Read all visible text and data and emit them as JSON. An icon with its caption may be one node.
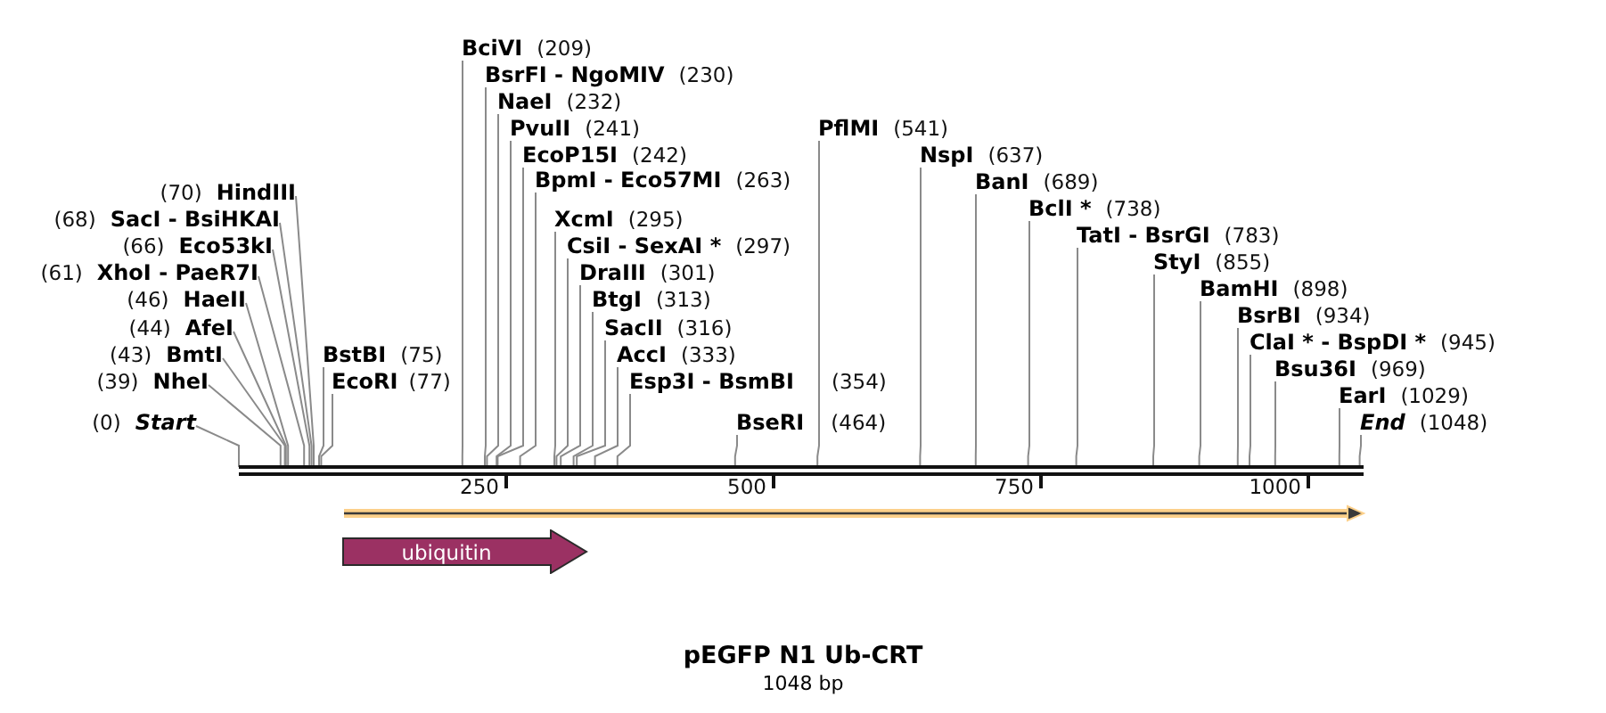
{
  "diagram": {
    "title": "pEGFP N1 Ub-CRT",
    "caption": "1048 bp",
    "nodes": [
      {
        "text": [
          "BsrFI - NgoMIV",
          "(230)"
        ]
      },
      {
        "text": [
          "NaeI",
          "(232)"
        ]
      },
      {
        "text": [
          "PvuII",
          "(241)"
        ]
      },
      {
        "text": [
          "EcoP15I",
          "(242)"
        ]
      },
      {
        "text": [
          "BpmI - Eco57MI",
          "(263)"
        ]
      },
      {
        "text": [
          "TatI - BsrGI",
          "(783)"
        ]
      },
      {
        "text": [
          "(70)",
          "HindIII"
        ]
      },
      {
        "text": [
          "(68)",
          "SacI - BsiHKAI"
        ]
      },
      {
        "text": [
          "XcmI",
          "(295)"
        ]
      },
      {
        "text": [
          "StyI",
          "(855)"
        ]
      },
      {
        "text": [
          "(66)",
          "Eco53kI"
        ]
      },
      {
        "text": [
          "CsiI - SexAI *",
          "(297)"
        ]
      },
      {
        "text": [
          "BamHI",
          "(898)"
        ]
      },
      {
        "text": [
          "(61)",
          "XhoI - PaeR7I"
        ]
      },
      {
        "text": [
          "DraIII",
          "(301)"
        ]
      },
      {
        "text": [
          "(46)",
          "HaeII"
        ]
      },
      {
        "text": [
          "BtgI",
          "(313)"
        ]
      },
      {
        "text": [
          "PflMI",
          "(541)"
        ]
      },
      {
        "text": [
          "BsrBI",
          "(934)"
        ]
      },
      {
        "text": [
          "(44)",
          "AfeI"
        ]
      },
      {
        "text": [
          "SacII",
          "(316)"
        ]
      },
      {
        "text": [
          "ClaI * - BspDI *",
          "(945)"
        ]
      },
      {
        "text": [
          "NspI",
          "(637)"
        ]
      },
      {
        "text": [
          "(43)",
          "BmtI"
        ]
      },
      {
        "text": [
          "BstBI",
          "(75)"
        ]
      },
      {
        "text": [
          "AccI",
          "(333)"
        ]
      },
      {
        "text": [
          "Bsu36I",
          "(969)"
        ]
      },
      {
        "text": [
          "(39)",
          "NheI"
        ]
      },
      {
        "text": [
          "EcoRI",
          "(77)"
        ]
      },
      {
        "text": [
          "Esp3I - BsmBI",
          "(354)"
        ]
      },
      {
        "text": [
          "BanI",
          "(689)"
        ]
      },
      {
        "text": [
          "EarI",
          "(1029)"
        ]
      },
      {
        "text": [
          "(0)",
          "Start"
        ]
      },
      {
        "text": [
          "BciVI",
          "(209)"
        ]
      },
      {
        "text": [
          "BseRI",
          "(464)"
        ]
      },
      {
        "text": [
          "BclI *",
          "(738)"
        ]
      },
      {
        "text": [
          "End",
          "(1048)"
        ]
      },
      {
        "text": [],
        "shape": "bar"
      },
      {
        "text": [
          "ubiquitin"
        ]
      }
    ],
    "edges": [
      {
        "from": 0,
        "to": 37,
        "arrow": "none"
      },
      {
        "from": 1,
        "to": 37,
        "arrow": "none"
      },
      {
        "from": 2,
        "to": 37,
        "arrow": "none"
      },
      {
        "from": 3,
        "to": 37,
        "arrow": "none"
      },
      {
        "from": 4,
        "to": 37,
        "arrow": "none"
      },
      {
        "from": 5,
        "to": 37,
        "arrow": "none"
      },
      {
        "from": 6,
        "to": 37,
        "arrow": "none"
      },
      {
        "from": 7,
        "to": 37,
        "arrow": "none"
      },
      {
        "from": 8,
        "to": 37,
        "arrow": "none"
      },
      {
        "from": 9,
        "to": 37,
        "arrow": "none"
      },
      {
        "from": 10,
        "to": 37,
        "arrow": "none"
      },
      {
        "from": 11,
        "to": 37,
        "arrow": "none"
      },
      {
        "from": 12,
        "to": 37,
        "arrow": "none"
      },
      {
        "from": 13,
        "to": 37,
        "arrow": "none"
      },
      {
        "from": 14,
        "to": 37,
        "arrow": "none"
      },
      {
        "from": 15,
        "to": 37,
        "arrow": "none"
      },
      {
        "from": 16,
        "to": 37,
        "arrow": "none"
      },
      {
        "from": 17,
        "to": 37,
        "arrow": "none"
      },
      {
        "from": 18,
        "to": 37,
        "arrow": "none"
      },
      {
        "from": 19,
        "to": 37,
        "arrow": "none"
      },
      {
        "from": 20,
        "to": 37,
        "arrow": "none"
      },
      {
        "from": 21,
        "to": 37,
        "arrow": "none"
      },
      {
        "from": 22,
        "to": 37,
        "arrow": "none"
      },
      {
        "from": 23,
        "to": 37,
        "arrow": "none"
      },
      {
        "from": 24,
        "to": 37,
        "arrow": "none"
      },
      {
        "from": 25,
        "to": 37,
        "arrow": "none"
      },
      {
        "from": 26,
        "to": 37,
        "arrow": "none"
      },
      {
        "from": 27,
        "to": 37,
        "arrow": "none"
      },
      {
        "from": 28,
        "to": 37,
        "arrow": "none"
      },
      {
        "from": 29,
        "to": 37,
        "arrow": "none"
      },
      {
        "from": 30,
        "to": 37,
        "arrow": "none"
      },
      {
        "from": 31,
        "to": 37,
        "arrow": "none"
      },
      {
        "from": 32,
        "to": 37,
        "arrow": "none"
      },
      {
        "from": 33,
        "to": 37,
        "arrow": "none"
      },
      {
        "from": 34,
        "to": 37,
        "arrow": "none"
      },
      {
        "from": 35,
        "to": 37,
        "arrow": "none"
      },
      {
        "from": 36,
        "to": 37,
        "arrow": "none"
      }
    ],
    "labels": [
      "250",
      "500",
      "750",
      "1000"
    ]
  }
}
